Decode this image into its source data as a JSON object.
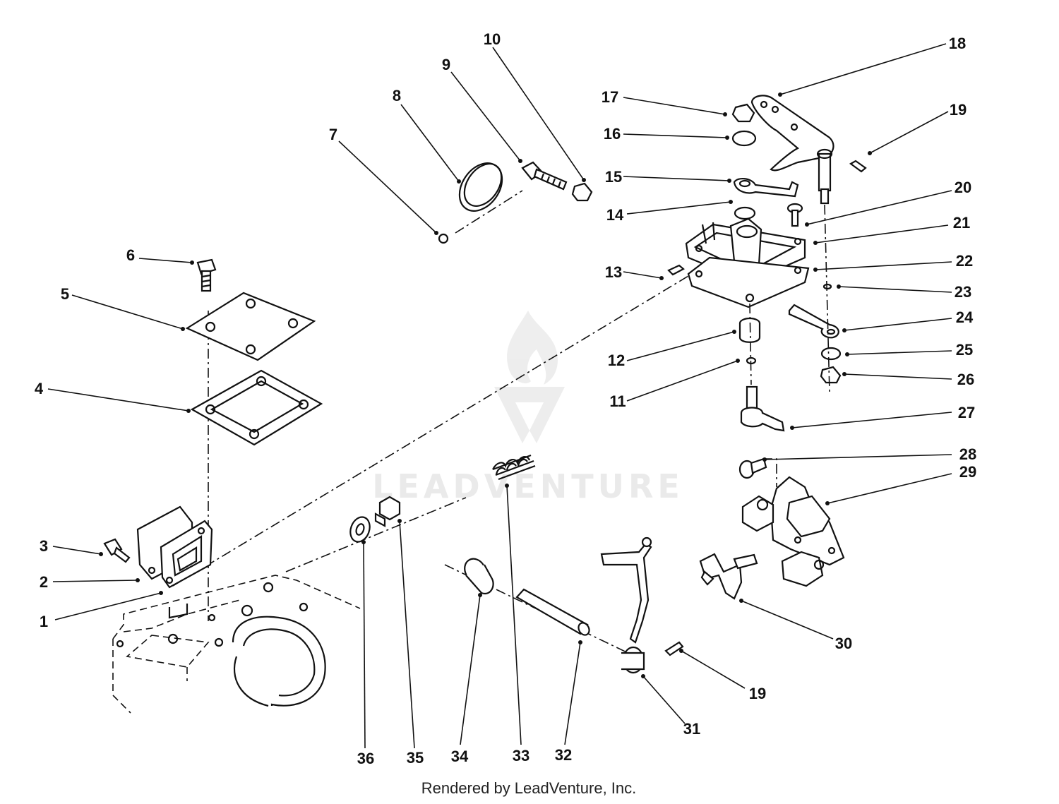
{
  "diagram": {
    "callouts": [
      "1",
      "2",
      "3",
      "4",
      "5",
      "6",
      "7",
      "8",
      "9",
      "10",
      "11",
      "12",
      "13",
      "14",
      "15",
      "16",
      "17",
      "18",
      "19",
      "20",
      "21",
      "22",
      "23",
      "24",
      "25",
      "26",
      "27",
      "28",
      "29",
      "30",
      "31",
      "32",
      "33",
      "34",
      "35",
      "36",
      "19"
    ],
    "watermark": "LEADVENTURE",
    "footer": "Rendered by LeadVenture, Inc."
  },
  "colors": {
    "ink": "#111111",
    "background": "#ffffff",
    "watermark": "#e8e8e8"
  }
}
